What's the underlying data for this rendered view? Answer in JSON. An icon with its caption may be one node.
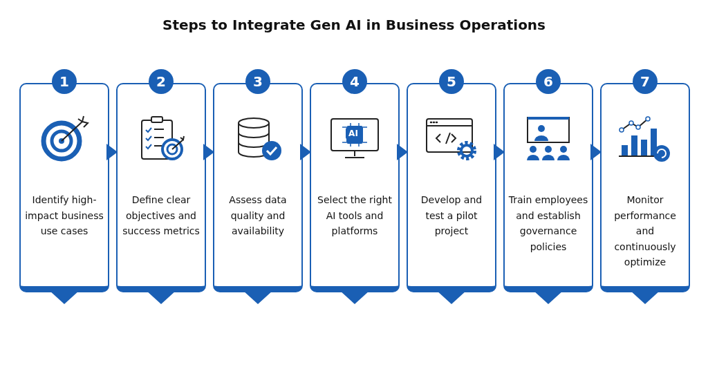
{
  "diagram": {
    "title": "Steps to Integrate Gen AI in Business Operations",
    "nodes": [
      {
        "text": [
          "1",
          "Identify high-impact business use cases"
        ]
      },
      {
        "text": [
          "2",
          "Define clear objectives and success metrics"
        ]
      },
      {
        "text": [
          "3",
          "Assess data quality and availability"
        ]
      },
      {
        "text": [
          "4",
          "Select the right AI tools and platforms"
        ]
      },
      {
        "text": [
          "5",
          "Develop and test a pilot project"
        ]
      },
      {
        "text": [
          "6",
          "Train employees and establish governance policies"
        ]
      },
      {
        "text": [
          "7",
          "Monitor performance and continuously optimize"
        ]
      }
    ],
    "edges": [
      {
        "from": 0,
        "to": 1,
        "arrow": "to"
      },
      {
        "from": 1,
        "to": 2,
        "arrow": "to"
      },
      {
        "from": 2,
        "to": 3,
        "arrow": "to"
      },
      {
        "from": 3,
        "to": 4,
        "arrow": "to"
      },
      {
        "from": 4,
        "to": 5,
        "arrow": "to"
      },
      {
        "from": 5,
        "to": 6,
        "arrow": "to"
      }
    ],
    "labels": [
      "AI"
    ]
  }
}
